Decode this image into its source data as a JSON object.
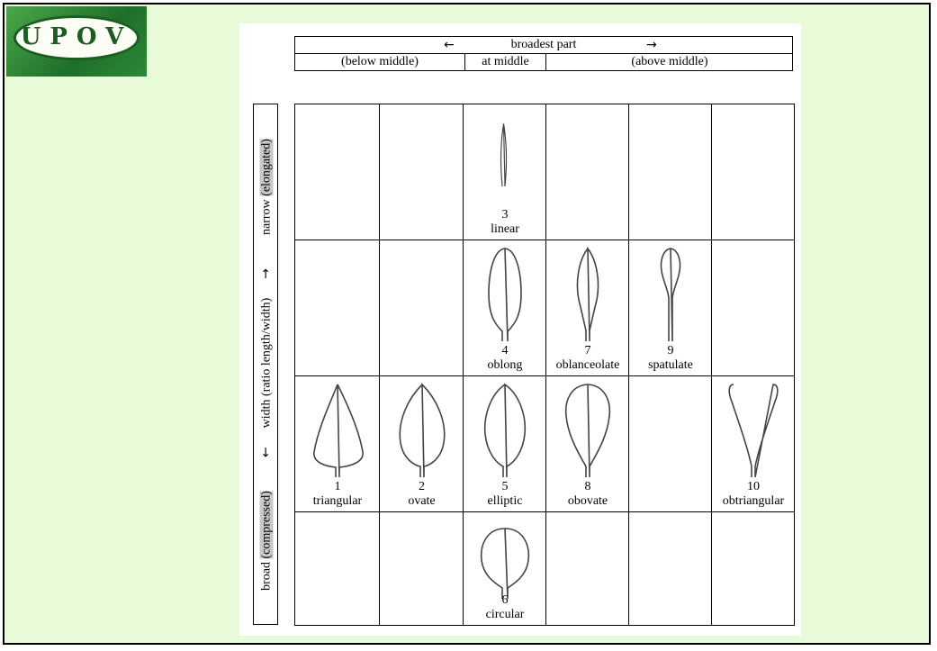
{
  "logo": {
    "text": "UPOV"
  },
  "header": {
    "left_arrow": "←",
    "title": "broadest part",
    "right_arrow": "→",
    "below": "(below middle)",
    "middle": "at middle",
    "above": "(above middle)"
  },
  "side": {
    "narrow": "narrow",
    "elongated": "(elongated)",
    "up_arrow": "→",
    "width": "width (ratio length/width)",
    "down_arrow": "←",
    "broad": "broad",
    "compressed": "(compressed)"
  },
  "shapes": [
    {
      "num": "1",
      "name": "triangular",
      "row": 2,
      "col": 0,
      "icon": "triangular-leaf-icon"
    },
    {
      "num": "2",
      "name": "ovate",
      "row": 2,
      "col": 1,
      "icon": "ovate-leaf-icon"
    },
    {
      "num": "3",
      "name": "linear",
      "row": 0,
      "col": 2,
      "icon": "linear-leaf-icon"
    },
    {
      "num": "4",
      "name": "oblong",
      "row": 1,
      "col": 2,
      "icon": "oblong-leaf-icon"
    },
    {
      "num": "5",
      "name": "elliptic",
      "row": 2,
      "col": 2,
      "icon": "elliptic-leaf-icon"
    },
    {
      "num": "6",
      "name": "circular",
      "row": 3,
      "col": 2,
      "icon": "circular-leaf-icon"
    },
    {
      "num": "7",
      "name": "oblanceolate",
      "row": 1,
      "col": 3,
      "icon": "oblanceolate-leaf-icon"
    },
    {
      "num": "8",
      "name": "obovate",
      "row": 2,
      "col": 3,
      "icon": "obovate-leaf-icon"
    },
    {
      "num": "9",
      "name": "spatulate",
      "row": 1,
      "col": 4,
      "icon": "spatulate-leaf-icon"
    },
    {
      "num": "10",
      "name": "obtriangular",
      "row": 2,
      "col": 5,
      "icon": "obtriangular-leaf-icon"
    }
  ]
}
